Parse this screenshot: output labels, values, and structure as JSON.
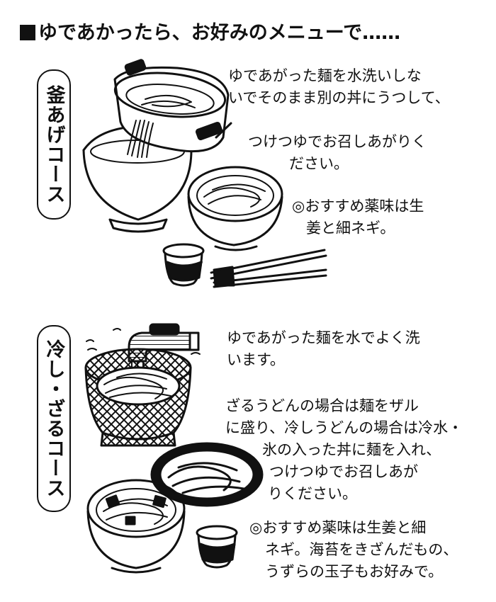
{
  "title": "ゆであかったら、お好みのメニューで……",
  "sections": [
    {
      "label": "釜あげコース",
      "paragraphs": [
        [
          "ゆであがった麺を水洗いしな",
          "いでそのまま別の丼にうつして、"
        ],
        [
          "つけつゆでお召しあがりく",
          "ださい。"
        ],
        [
          "◎おすすめ薬味は生",
          "姜と細ネギ。"
        ]
      ]
    },
    {
      "label": "冷し・ざるコース",
      "paragraphs": [
        [
          "ゆであがった麺を水でよく洗",
          "います。"
        ],
        [
          "ざるうどんの場合は麺をザル",
          "に盛り、冷しうどんの場合は冷水・",
          "氷の入った丼に麺を入れ、",
          "つけつゆでお召しあが",
          "りください。"
        ],
        [
          "◎おすすめ薬味は生姜と細",
          "ネギ。海苔をきざんだもの、",
          "うずらの玉子もお好みで。"
        ]
      ]
    }
  ],
  "illustrations": [
    "pot-pouring-noodles",
    "noodle-bowl",
    "dipping-cup",
    "chopsticks",
    "faucet",
    "mesh-basket",
    "zaru-plate",
    "cold-noodle-bowl"
  ]
}
